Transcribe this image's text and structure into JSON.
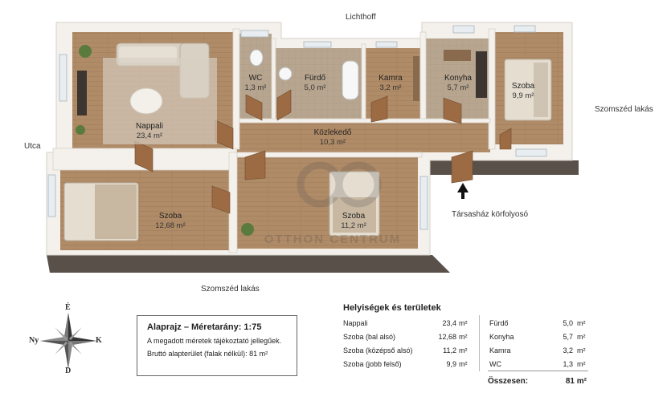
{
  "plan": {
    "rooms": [
      {
        "name": "Nappali",
        "area": "23,4 m²"
      },
      {
        "name": "WC",
        "area": "1,3 m²"
      },
      {
        "name": "Fürdő",
        "area": "5,0 m²"
      },
      {
        "name": "Kamra",
        "area": "3,2 m²"
      },
      {
        "name": "Konyha",
        "area": "5,7 m²"
      },
      {
        "name": "Szoba",
        "area": "9,9 m²"
      },
      {
        "name": "Közlekedő",
        "area": "10,3 m²"
      },
      {
        "name": "Szoba",
        "area": "12,68 m²"
      },
      {
        "name": "Szoba",
        "area": "11,2 m²"
      }
    ],
    "outside_labels": {
      "lichthoff": "Lichthoff",
      "utca": "Utca",
      "szomszed_right": "Szomszéd lakás",
      "szomszed_bottom": "Szomszéd lakás",
      "korfolyoso": "Társasház körfolyosó"
    },
    "watermark": "OTTHON CENTRUM"
  },
  "compass": {
    "north": "É",
    "south": "D",
    "west": "Ny",
    "east": "K"
  },
  "info": {
    "title": "Alaprajz – Méretarány: 1:75",
    "note": "A megadott méretek tájékoztató jellegűek.",
    "gross": "Bruttó alapterület (falak nélkül): 81 m²"
  },
  "areas": {
    "title": "Helyiségek és területek",
    "left": [
      {
        "name": "Nappali",
        "value": "23,4",
        "unit": "m²"
      },
      {
        "name": "Szoba (bal alsó)",
        "value": "12,68",
        "unit": "m²"
      },
      {
        "name": "Szoba (középső alsó)",
        "value": "11,2",
        "unit": "m²"
      },
      {
        "name": "Szoba (jobb felső)",
        "value": "9,9",
        "unit": "m²"
      }
    ],
    "right": [
      {
        "name": "Fürdő",
        "value": "5,0",
        "unit": "m²"
      },
      {
        "name": "Konyha",
        "value": "5,7",
        "unit": "m²"
      },
      {
        "name": "Kamra",
        "value": "3,2",
        "unit": "m²"
      },
      {
        "name": "WC",
        "value": "1,3",
        "unit": "m²"
      }
    ],
    "total_label": "Összesen:",
    "total_value": "81 m²"
  },
  "colors": {
    "floor": "#b08b67",
    "wall": "#f4f1ec",
    "wall_side": "#5a504a",
    "shadow": "#d9d6d2"
  }
}
